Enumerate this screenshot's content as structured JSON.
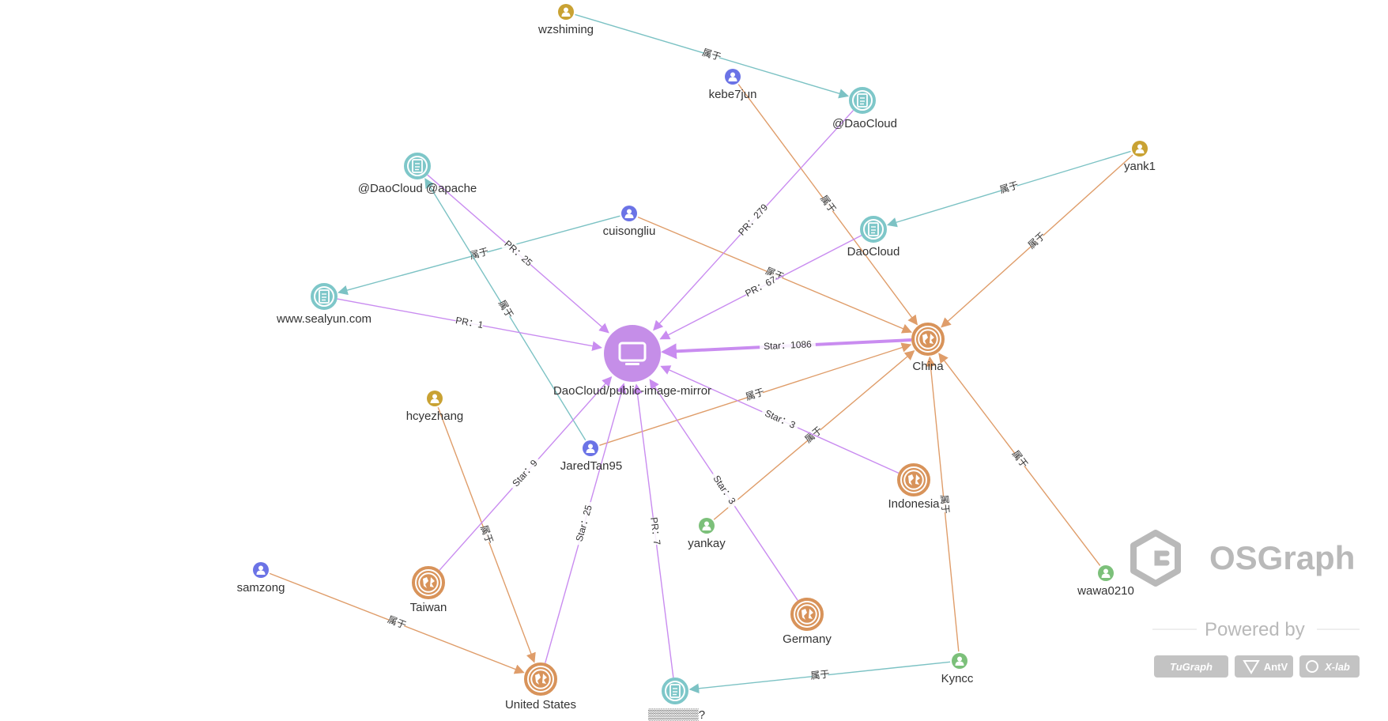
{
  "colors": {
    "repo": "#c58ee8",
    "country": "#d8935a",
    "org": "#7ec7c9",
    "user_blue": "#6b73e6",
    "user_gold": "#c9a233",
    "user_green": "#7cc07a",
    "edge_pr_star": "#c98cf0",
    "edge_belongs_country": "#df9d6a",
    "edge_belongs_org": "#7cc2c4",
    "brand_gray": "#b9b9b9"
  },
  "nodes": [
    {
      "id": "repo",
      "label": "DaoCloud/public-image-mirror",
      "type": "repo"
    },
    {
      "id": "china",
      "label": "China",
      "type": "country"
    },
    {
      "id": "indonesia",
      "label": "Indonesia",
      "type": "country"
    },
    {
      "id": "taiwan",
      "label": "Taiwan",
      "type": "country"
    },
    {
      "id": "germany",
      "label": "Germany",
      "type": "country"
    },
    {
      "id": "us",
      "label": "United States",
      "type": "country"
    },
    {
      "id": "org_daocloud_top",
      "label": "@DaoCloud",
      "type": "org"
    },
    {
      "id": "org_daocloud_mid",
      "label": "DaoCloud",
      "type": "org"
    },
    {
      "id": "org_daocloud_apache",
      "label": "@DaoCloud @apache",
      "type": "org"
    },
    {
      "id": "org_sealyun",
      "label": "www.sealyun.com",
      "type": "org"
    },
    {
      "id": "org_bottom",
      "label": "▒▒▒▒▒▒?",
      "type": "org"
    },
    {
      "id": "wzshiming",
      "label": "wzshiming",
      "type": "user",
      "tone": "gold"
    },
    {
      "id": "kebe7jun",
      "label": "kebe7jun",
      "type": "user",
      "tone": "blue"
    },
    {
      "id": "yank1",
      "label": "yank1",
      "type": "user",
      "tone": "gold"
    },
    {
      "id": "cuisongliu",
      "label": "cuisongliu",
      "type": "user",
      "tone": "blue"
    },
    {
      "id": "hcyezhang",
      "label": "hcyezhang",
      "type": "user",
      "tone": "gold"
    },
    {
      "id": "jaredtan95",
      "label": "JaredTan95",
      "type": "user",
      "tone": "blue"
    },
    {
      "id": "yankay",
      "label": "yankay",
      "type": "user",
      "tone": "green"
    },
    {
      "id": "samzong",
      "label": "samzong",
      "type": "user",
      "tone": "blue"
    },
    {
      "id": "wawa0210",
      "label": "wawa0210",
      "type": "user",
      "tone": "green"
    },
    {
      "id": "kyncc",
      "label": "Kyncc",
      "type": "user",
      "tone": "green"
    }
  ],
  "edges": [
    {
      "from": "wzshiming",
      "to": "org_daocloud_top",
      "label": "属于",
      "kind": "belongs_org"
    },
    {
      "from": "yank1",
      "to": "org_daocloud_mid",
      "label": "属于",
      "kind": "belongs_org"
    },
    {
      "from": "cuisongliu",
      "to": "org_sealyun",
      "label": "属于",
      "kind": "belongs_org"
    },
    {
      "from": "jaredtan95",
      "to": "org_daocloud_apache",
      "label": "属于",
      "kind": "belongs_org"
    },
    {
      "from": "kyncc",
      "to": "org_bottom",
      "label": "属于",
      "kind": "belongs_org"
    },
    {
      "from": "kebe7jun",
      "to": "china",
      "label": "属于",
      "kind": "belongs_country"
    },
    {
      "from": "yank1",
      "to": "china",
      "label": "属于",
      "kind": "belongs_country"
    },
    {
      "from": "cuisongliu",
      "to": "china",
      "label": "属于",
      "kind": "belongs_country"
    },
    {
      "from": "jaredtan95",
      "to": "china",
      "label": "属于",
      "kind": "belongs_country"
    },
    {
      "from": "yankay",
      "to": "china",
      "label": "属于",
      "kind": "belongs_country"
    },
    {
      "from": "wawa0210",
      "to": "china",
      "label": "属于",
      "kind": "belongs_country"
    },
    {
      "from": "kyncc",
      "to": "china",
      "label": "属于",
      "kind": "belongs_country"
    },
    {
      "from": "hcyezhang",
      "to": "us",
      "label": "属于",
      "kind": "belongs_country"
    },
    {
      "from": "samzong",
      "to": "us",
      "label": "属于",
      "kind": "belongs_country"
    },
    {
      "from": "org_daocloud_top",
      "to": "repo",
      "label": "PR：279",
      "kind": "pr"
    },
    {
      "from": "org_daocloud_mid",
      "to": "repo",
      "label": "PR：67",
      "kind": "pr"
    },
    {
      "from": "org_daocloud_apache",
      "to": "repo",
      "label": "PR：25",
      "kind": "pr"
    },
    {
      "from": "org_sealyun",
      "to": "repo",
      "label": "PR：1",
      "kind": "pr"
    },
    {
      "from": "org_bottom",
      "to": "repo",
      "label": "PR：7",
      "kind": "pr"
    },
    {
      "from": "china",
      "to": "repo",
      "label": "Star：1086",
      "kind": "star_big"
    },
    {
      "from": "indonesia",
      "to": "repo",
      "label": "Star：3",
      "kind": "star"
    },
    {
      "from": "taiwan",
      "to": "repo",
      "label": "Star：9",
      "kind": "star"
    },
    {
      "from": "germany",
      "to": "repo",
      "label": "Star：3",
      "kind": "star"
    },
    {
      "from": "us",
      "to": "repo",
      "label": "Star：25",
      "kind": "star"
    }
  ],
  "brand": {
    "title": "OSGraph",
    "powered_by": "Powered by",
    "badges": [
      "TuGraph",
      "AntV",
      "X-lab"
    ]
  }
}
